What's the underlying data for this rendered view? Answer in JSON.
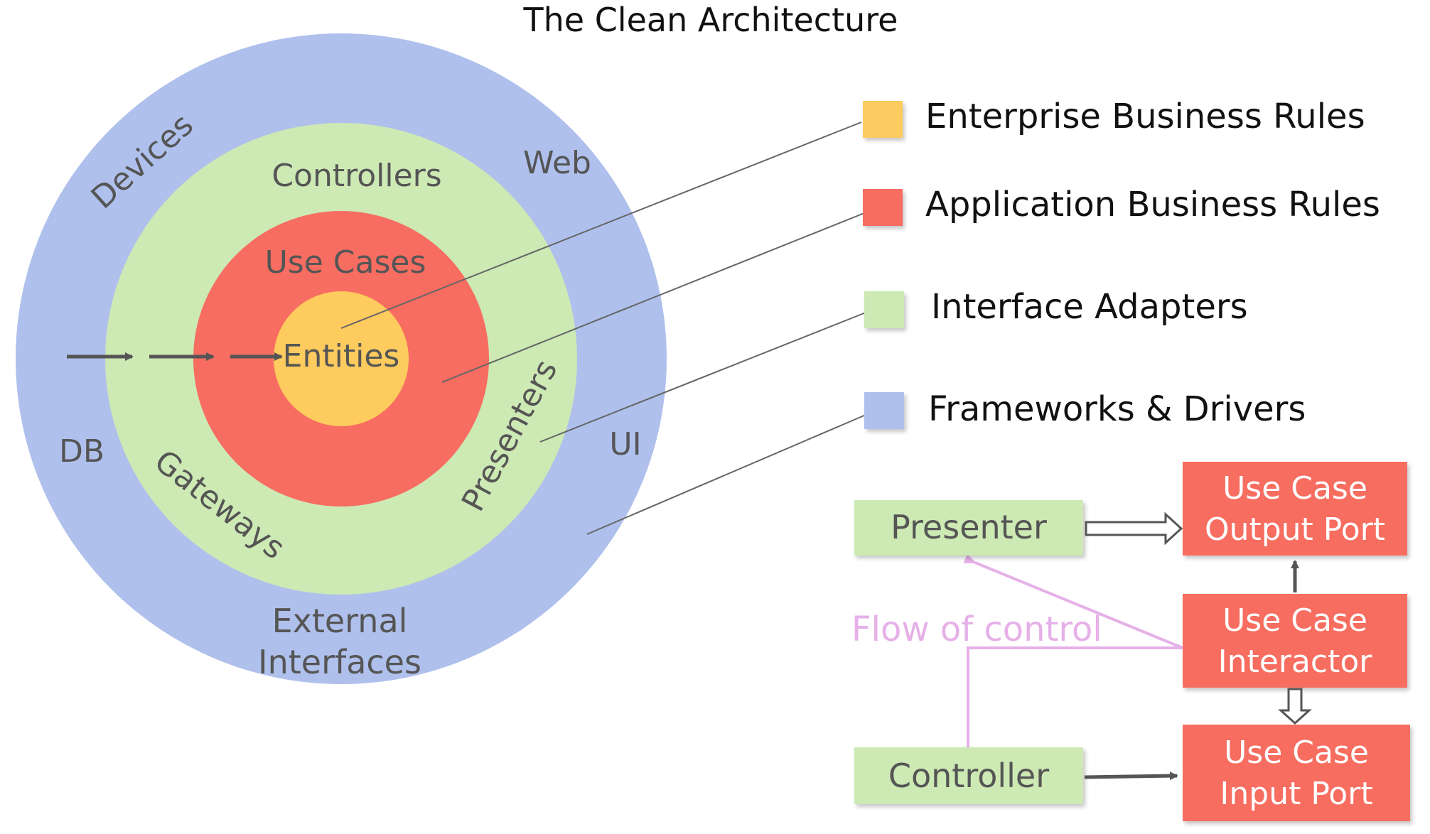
{
  "title": "The Clean Architecture",
  "colors": {
    "entities": "#FDCB5E",
    "use_cases": "#F76D61",
    "adapters": "#CDE9B4",
    "frameworks": "#AFC0EC",
    "flow": "#E6B0E8",
    "line": "#555555",
    "text": "#111111",
    "ring_text": "#555555",
    "box_text_light": "#ffffff"
  },
  "circle": {
    "frameworks_labels": {
      "devices": "Devices",
      "web": "Web",
      "db": "DB",
      "ui": "UI",
      "external_line1": "External",
      "external_line2": "Interfaces"
    },
    "adapters_labels": {
      "controllers": "Controllers",
      "gateways": "Gateways",
      "presenters": "Presenters"
    },
    "use_cases_label": "Use Cases",
    "entities_label": "Entities"
  },
  "legend": {
    "items": [
      {
        "label": "Enterprise Business Rules",
        "color": "#FDCB5E"
      },
      {
        "label": "Application Business Rules",
        "color": "#F76D61"
      },
      {
        "label": "Interface Adapters",
        "color": "#CDE9B4"
      },
      {
        "label": "Frameworks & Drivers",
        "color": "#AFC0EC"
      }
    ]
  },
  "flow": {
    "presenter": "Presenter",
    "controller": "Controller",
    "output_port_line1": "Use Case",
    "output_port_line2": "Output Port",
    "interactor_line1": "Use Case",
    "interactor_line2": "Interactor",
    "input_port_line1": "Use Case",
    "input_port_line2": "Input Port",
    "flow_label": "Flow of control"
  }
}
